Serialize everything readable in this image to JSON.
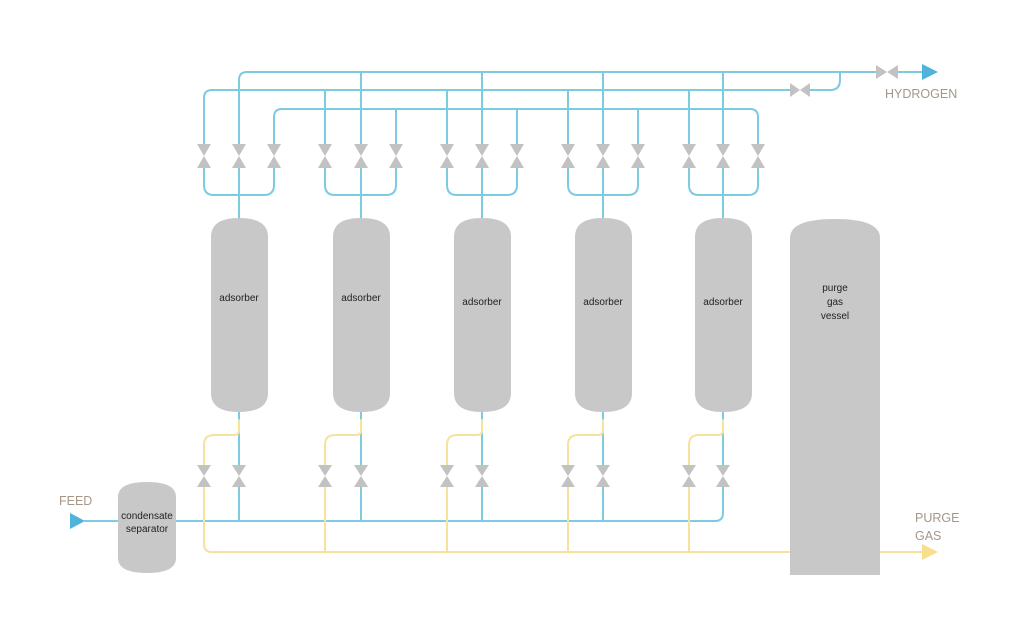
{
  "colors": {
    "hydrogen_line": "#7ccbe3",
    "purge_line": "#f7e29c",
    "vessel_fill": "#c8c8c8",
    "valve_fill": "#c2c2c2",
    "label_text": "#a59787",
    "arrow_hydrogen": "#4fb3dc",
    "arrow_purge": "#f7df8e"
  },
  "labels": {
    "feed": "FEED",
    "hydrogen": "HYDROGEN",
    "purge_gas_line1": "PURGE",
    "purge_gas_line2": "GAS"
  },
  "adsorbers": [
    {
      "label": "adsorber"
    },
    {
      "label": "adsorber"
    },
    {
      "label": "adsorber"
    },
    {
      "label": "adsorber"
    },
    {
      "label": "adsorber"
    }
  ],
  "condensate_separator": {
    "line1": "condensate",
    "line2": "separator"
  },
  "purge_gas_vessel": {
    "line1": "purge",
    "line2": "gas",
    "line3": "vessel"
  },
  "icons": {
    "valve": "bowtie-valve-icon",
    "flow_arrow": "triangle-arrow-icon"
  }
}
